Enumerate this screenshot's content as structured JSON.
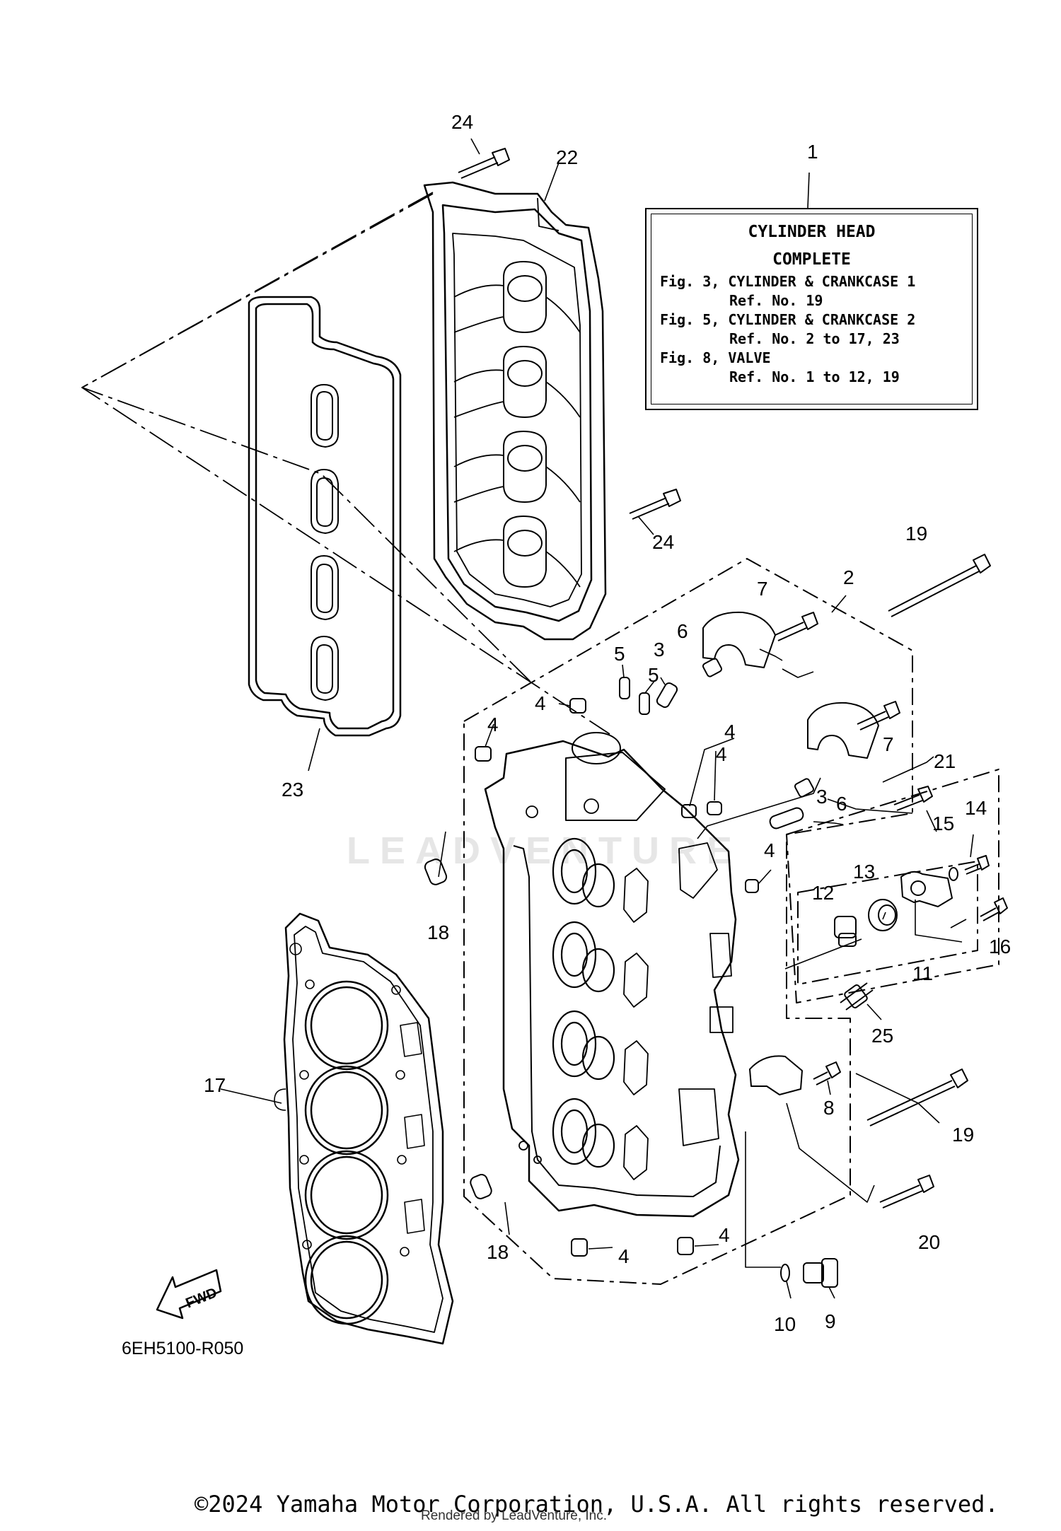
{
  "info_box": {
    "title_1": "CYLINDER HEAD",
    "title_2": "COMPLETE",
    "rows": [
      {
        "fig": "Fig. 3, CYLINDER & CRANKCASE 1",
        "ref": "Ref. No. 19"
      },
      {
        "fig": "Fig. 5, CYLINDER & CRANKCASE 2",
        "ref": "Ref. No. 2 to 17, 23"
      },
      {
        "fig": "Fig. 8, VALVE",
        "ref": "Ref. No. 1 to 12, 19"
      }
    ]
  },
  "callouts": {
    "c1": "1",
    "c2": "2",
    "c3a": "3",
    "c3b": "3",
    "c4a": "4",
    "c4b": "4",
    "c4c": "4",
    "c4d": "4",
    "c4e": "4",
    "c4f": "4",
    "c4g": "4",
    "c5a": "5",
    "c5b": "5",
    "c6a": "6",
    "c6b": "6",
    "c7a": "7",
    "c7b": "7",
    "c8": "8",
    "c9": "9",
    "c10": "10",
    "c11": "11",
    "c12": "12",
    "c13": "13",
    "c14": "14",
    "c15": "15",
    "c16": "16",
    "c17": "17",
    "c18a": "18",
    "c18b": "18",
    "c19a": "19",
    "c19b": "19",
    "c20": "20",
    "c21": "21",
    "c22": "22",
    "c23": "23",
    "c24a": "24",
    "c24b": "24",
    "c25": "25"
  },
  "fwd_label": "FWD",
  "diagram_id": "6EH5100-R050",
  "watermark": "LEADVENTURE",
  "copyright": "©2024 Yamaha Motor Corporation, U.S.A. All rights reserved.",
  "rendered_by": "Rendered by LeadVenture, Inc."
}
